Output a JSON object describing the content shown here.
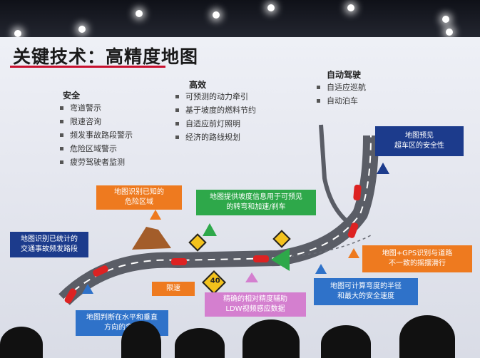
{
  "slide": {
    "title": "关键技术：高精度地图",
    "safety": {
      "heading": "安全",
      "items": [
        "弯道警示",
        "限速咨询",
        "频发事故路段警示",
        "危险区域警示",
        "疲劳驾驶者监测"
      ]
    },
    "efficiency": {
      "heading": "高效",
      "items": [
        "可预测的动力牵引",
        "基于坡度的燃料节约",
        "自适应前灯照明",
        "经济的路线规划"
      ]
    },
    "autonomous": {
      "heading": "自动驾驶",
      "items": [
        "自适应巡航",
        "自动泊车"
      ]
    },
    "callouts": {
      "overtake_zone": "地图预见\n超车区的安全性",
      "danger_zone": "地图识别已知的\n危险区域",
      "slope_info": "地图提供坡度信息用于可预见\n的转弯和加速/刹车",
      "accident_stats": "地图识别已统计的\n交通事故频发路段",
      "gps_mismatch": "地图+GPS识别与道路\n不一致的摇摆滑行",
      "speed_limit": "限速",
      "ldw_assist": "精确的相对精度辅助\nLDW视频感应数据",
      "curvature_speed": "地图可计算弯度的半径\n和最大的安全速度",
      "horizontal_vertical": "地图判断在水平和垂直\n方向的弯道"
    },
    "speed_sign_value": "40"
  }
}
